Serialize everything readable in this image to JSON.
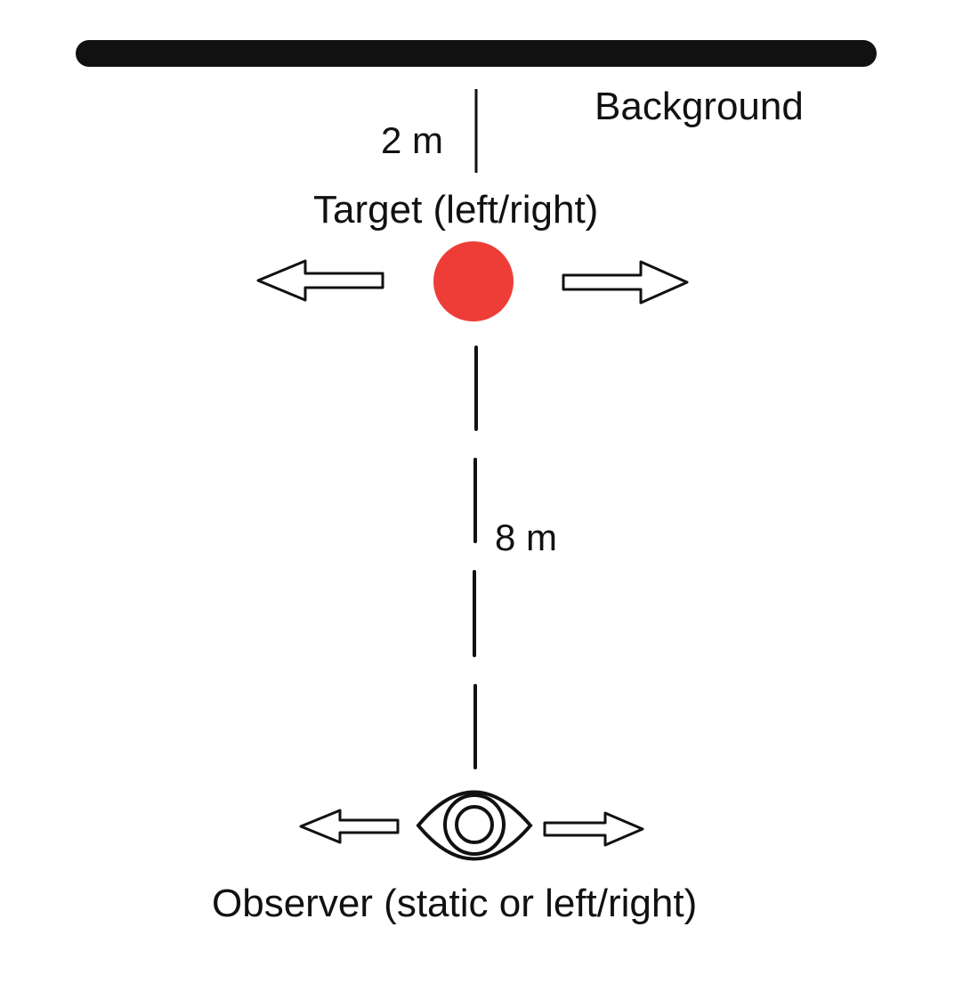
{
  "labels": {
    "background": "Background",
    "gap_distance": "2 m",
    "target": "Target (left/right)",
    "observer_distance": "8 m",
    "observer": "Observer (static or left/right)"
  },
  "colors": {
    "target_fill": "#ee3d37",
    "line": "#111111",
    "background_bar": "#111111",
    "arrow_fill": "#ffffff"
  },
  "icons": {
    "target": "red-circle",
    "observer": "eye-icon",
    "motion": "hollow-arrow"
  }
}
